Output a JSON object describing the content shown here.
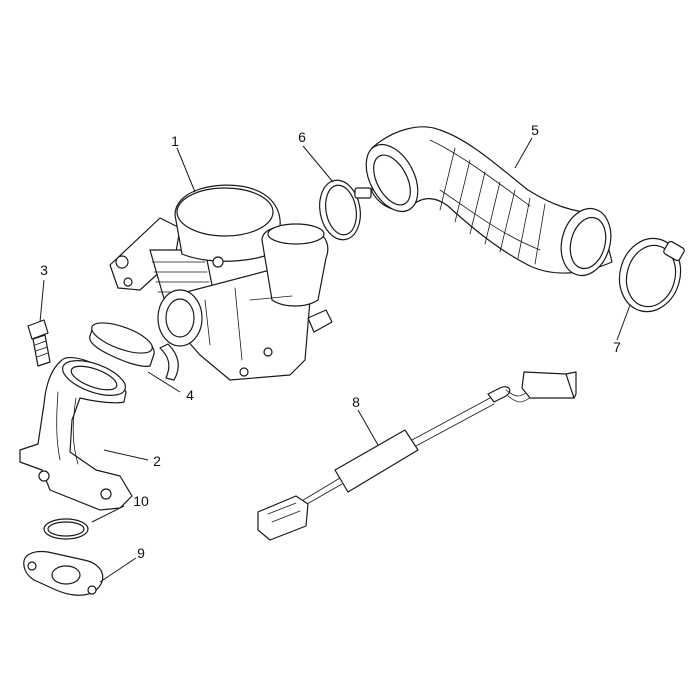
{
  "callouts": [
    {
      "id": "1",
      "label": "1"
    },
    {
      "id": "2",
      "label": "2"
    },
    {
      "id": "3",
      "label": "3"
    },
    {
      "id": "4",
      "label": "4"
    },
    {
      "id": "5",
      "label": "5"
    },
    {
      "id": "6",
      "label": "6"
    },
    {
      "id": "7",
      "label": "7"
    },
    {
      "id": "8",
      "label": "8"
    },
    {
      "id": "9",
      "label": "9"
    },
    {
      "id": "10",
      "label": "10"
    }
  ],
  "parts": [
    {
      "callout": "1",
      "icon": "carburetor-icon"
    },
    {
      "callout": "2",
      "icon": "intake-manifold-icon"
    },
    {
      "callout": "3",
      "icon": "bolt-icon"
    },
    {
      "callout": "4",
      "icon": "hose-clamp-icon"
    },
    {
      "callout": "5",
      "icon": "air-intake-hose-icon"
    },
    {
      "callout": "6",
      "icon": "hose-clamp-icon"
    },
    {
      "callout": "7",
      "icon": "hose-clamp-icon"
    },
    {
      "callout": "8",
      "icon": "wiring-harness-icon"
    },
    {
      "callout": "9",
      "icon": "gasket-icon"
    },
    {
      "callout": "10",
      "icon": "o-ring-icon"
    }
  ],
  "colors": {
    "line": "#1a1a1a",
    "background": "#ffffff"
  }
}
